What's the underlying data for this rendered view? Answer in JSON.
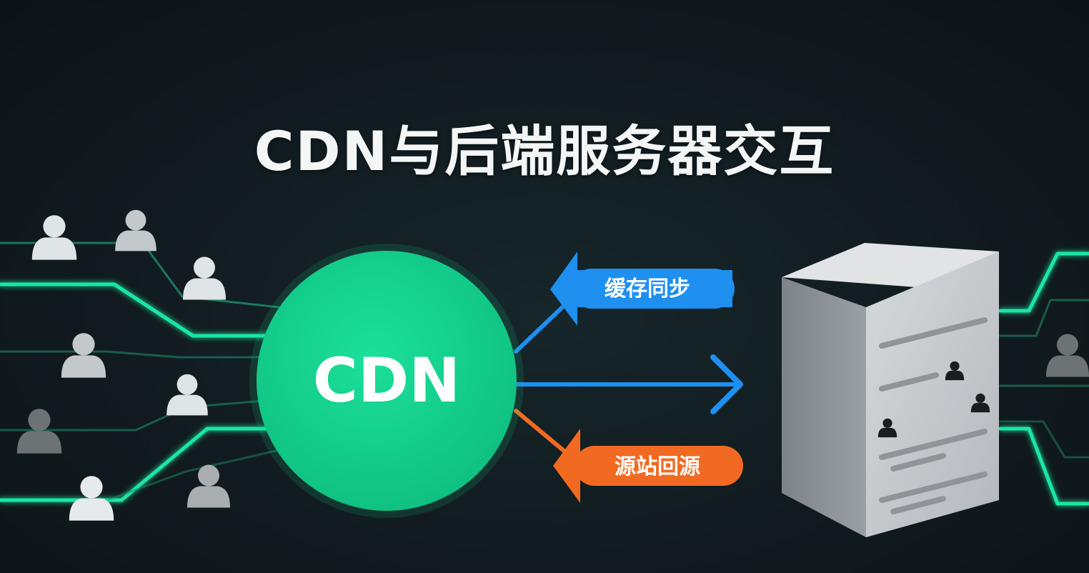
{
  "title": "CDN与后端服务器交互",
  "cdn_node": {
    "label": "CDN",
    "color": "#15d18e"
  },
  "arrows": {
    "cache_sync": {
      "label": "缓存同步",
      "color": "#1f8ff0"
    },
    "origin_pull": {
      "label": "源站回源",
      "color": "#f26a21"
    },
    "request_color": "#1f8ff0"
  },
  "colors": {
    "network_line": "#1ee6a4",
    "background": "#111b1f",
    "server_body": "#c9ccd0",
    "server_side": "#8d9296"
  },
  "icons": {
    "user": "user-icon",
    "server": "server-icon"
  }
}
